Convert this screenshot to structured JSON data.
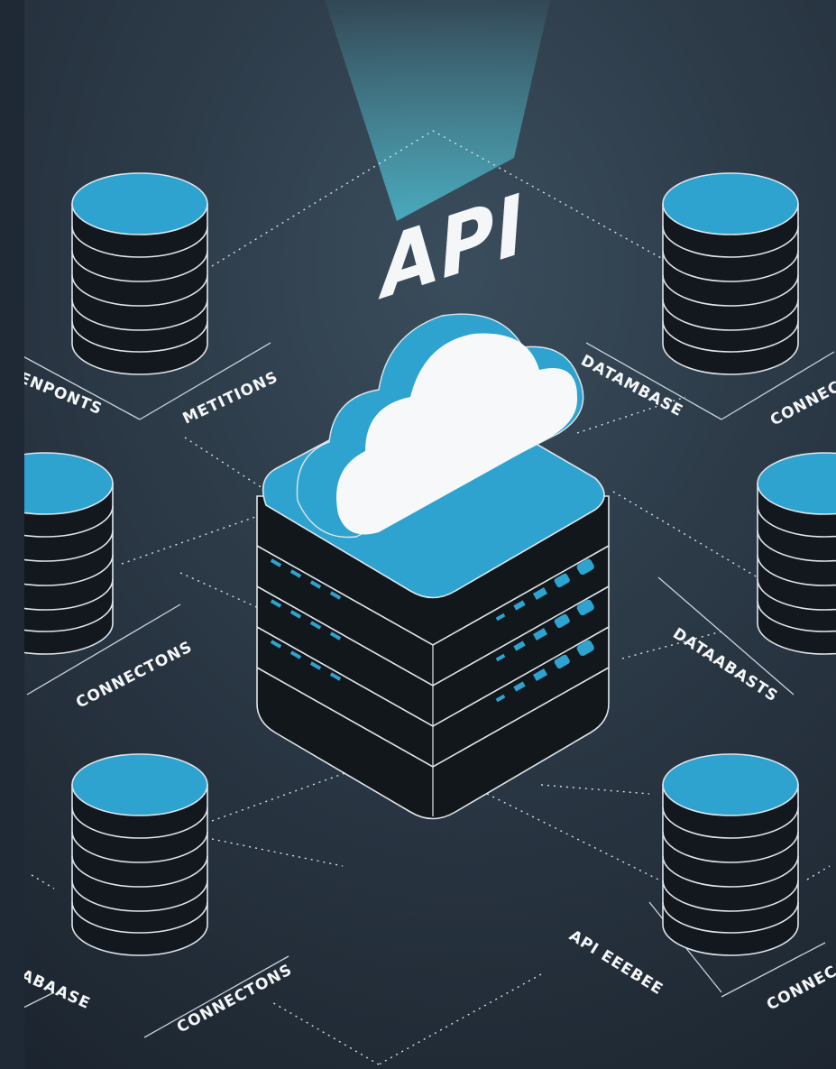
{
  "api_label": "API",
  "labels": {
    "endpoints": "ENPONTS",
    "methods": "METITIONS",
    "database_top_right": "DATAMBASE",
    "connections_top_right": "CONNEC",
    "connections_mid_left": "CONNECTONS",
    "databases_mid_right": "DATAABASTS",
    "database_bottom_left": "ABAASE",
    "connections_bottom_left": "CONNECTONS",
    "api_bottom": "API EEEBEE",
    "connections_bottom_right": "CONNEC"
  },
  "colors": {
    "background": "#26323f",
    "accent": "#2ea3cf",
    "dark": "#151a20",
    "line": "#e8edf2",
    "cloud": "#f7f8f9"
  }
}
